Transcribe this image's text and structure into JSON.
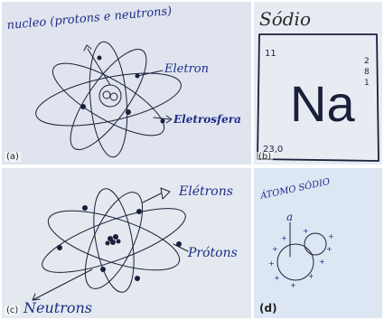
{
  "panels": [
    {
      "letter": "(a)",
      "texts": {
        "nucleus": "nucleo (protons e neutrons)",
        "electron": "Eletron",
        "electrosphere": "Eletrosfera"
      },
      "paper_color": "#dfe4ee"
    },
    {
      "letter": "(b)",
      "texts": {
        "title": "Sódio",
        "atomic_number": "11",
        "symbol": "Na",
        "mass": "23,0",
        "shells": [
          "2",
          "8",
          "1"
        ]
      },
      "paper_color": "#e7ecf3"
    },
    {
      "letter": "(c)",
      "texts": {
        "electrons": "Elétrons",
        "protons": "Prótons",
        "neutrons": "Neutrons"
      },
      "paper_color": "#e3e9ee"
    },
    {
      "letter": "(d)",
      "texts": {
        "title": "ÁTOMO SÓDIO",
        "label": "a"
      },
      "paper_color": "#dde7f4"
    }
  ]
}
